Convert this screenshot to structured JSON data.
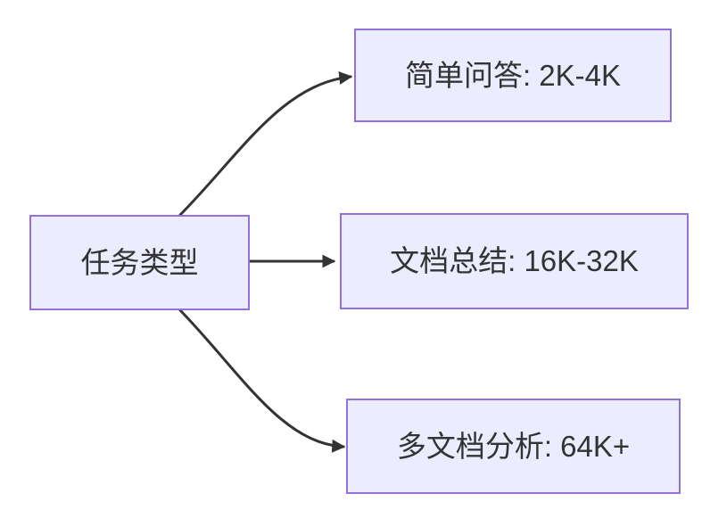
{
  "diagram": {
    "type": "flowchart-left-to-right",
    "root": {
      "label": "任务类型"
    },
    "branches": [
      {
        "label": "简单问答: 2K-4K"
      },
      {
        "label": "文档总结: 16K-32K"
      },
      {
        "label": "多文档分析: 64K+"
      }
    ],
    "colors": {
      "node_fill": "#ECECFF",
      "node_border": "#9370DB",
      "edge": "#333333",
      "text": "#333333",
      "background": "#FFFFFF"
    }
  }
}
